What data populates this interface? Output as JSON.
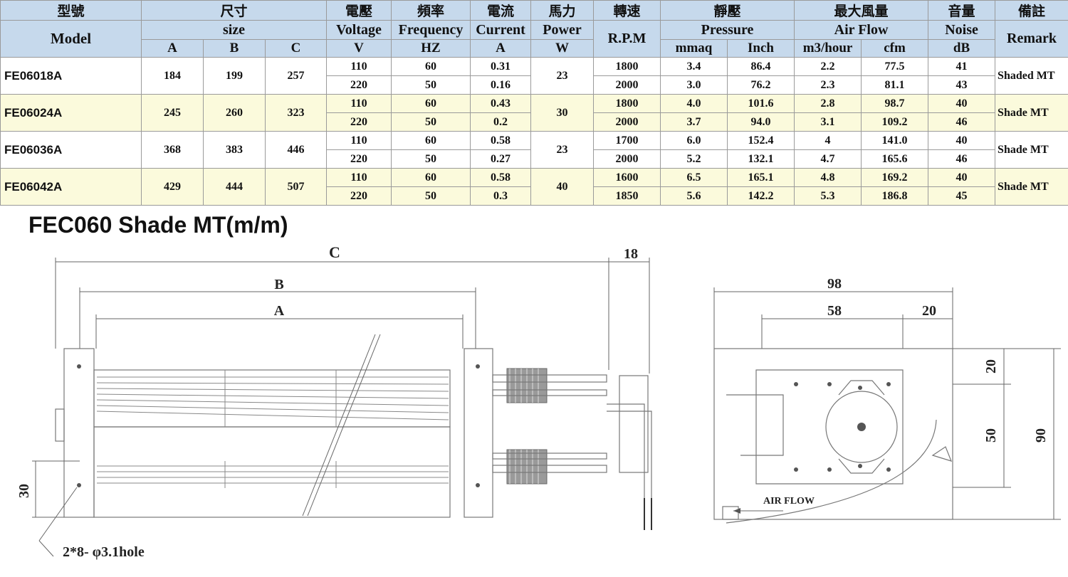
{
  "table": {
    "header_zh": {
      "model": "型號",
      "size": "尺寸",
      "voltage": "電壓",
      "frequency": "頻率",
      "current": "電流",
      "power": "馬力",
      "rpm": "轉速",
      "pressure": "靜壓",
      "airflow": "最大風量",
      "noise": "音量",
      "remark": "備註"
    },
    "header_en": {
      "model": "Model",
      "size": "size",
      "voltage": "Voltage",
      "frequency": "Frequency",
      "current": "Current",
      "power": "Power",
      "rpm": "R.P.M",
      "pressure": "Pressure",
      "airflow": "Air Flow",
      "noise": "Noise",
      "remark": "Remark"
    },
    "header_units": {
      "a": "A",
      "b": "B",
      "c": "C",
      "v": "V",
      "hz": "HZ",
      "amp": "A",
      "w": "W",
      "mmaq": "mmaq",
      "inch": "Inch",
      "m3h": "m3/hour",
      "cfm": "cfm",
      "db": "dB"
    },
    "models": [
      {
        "model": "FE06018A",
        "a": "184",
        "b": "199",
        "c": "257",
        "power": "23",
        "remark": "Shaded MT",
        "rows": [
          {
            "v": "110",
            "hz": "60",
            "amp": "0.31",
            "rpm": "1800",
            "mmaq": "3.4",
            "inch": "86.4",
            "m3h": "2.2",
            "cfm": "77.5",
            "db": "41"
          },
          {
            "v": "220",
            "hz": "50",
            "amp": "0.16",
            "rpm": "2000",
            "mmaq": "3.0",
            "inch": "76.2",
            "m3h": "2.3",
            "cfm": "81.1",
            "db": "43"
          }
        ]
      },
      {
        "model": "FE06024A",
        "a": "245",
        "b": "260",
        "c": "323",
        "power": "30",
        "remark": "Shade MT",
        "rows": [
          {
            "v": "110",
            "hz": "60",
            "amp": "0.43",
            "rpm": "1800",
            "mmaq": "4.0",
            "inch": "101.6",
            "m3h": "2.8",
            "cfm": "98.7",
            "db": "40"
          },
          {
            "v": "220",
            "hz": "50",
            "amp": "0.2",
            "rpm": "2000",
            "mmaq": "3.7",
            "inch": "94.0",
            "m3h": "3.1",
            "cfm": "109.2",
            "db": "46"
          }
        ]
      },
      {
        "model": "FE06036A",
        "a": "368",
        "b": "383",
        "c": "446",
        "power": "23",
        "remark": "Shade MT",
        "rows": [
          {
            "v": "110",
            "hz": "60",
            "amp": "0.58",
            "rpm": "1700",
            "mmaq": "6.0",
            "inch": "152.4",
            "m3h": "4",
            "cfm": "141.0",
            "db": "40"
          },
          {
            "v": "220",
            "hz": "50",
            "amp": "0.27",
            "rpm": "2000",
            "mmaq": "5.2",
            "inch": "132.1",
            "m3h": "4.7",
            "cfm": "165.6",
            "db": "46"
          }
        ]
      },
      {
        "model": "FE06042A",
        "a": "429",
        "b": "444",
        "c": "507",
        "power": "40",
        "remark": "Shade MT",
        "rows": [
          {
            "v": "110",
            "hz": "60",
            "amp": "0.58",
            "rpm": "1600",
            "mmaq": "6.5",
            "inch": "165.1",
            "m3h": "4.8",
            "cfm": "169.2",
            "db": "40"
          },
          {
            "v": "220",
            "hz": "50",
            "amp": "0.3",
            "rpm": "1850",
            "mmaq": "5.6",
            "inch": "142.2",
            "m3h": "5.3",
            "cfm": "186.8",
            "db": "45"
          }
        ]
      }
    ]
  },
  "drawing": {
    "title": "FEC060 Shade MT(m/m)",
    "dim_c": "C",
    "dim_18": "18",
    "dim_b": "B",
    "dim_a": "A",
    "dim_30": "30",
    "hole_note": "2*8- φ3.1hole",
    "dim_98": "98",
    "dim_58": "58",
    "dim_20_top": "20",
    "dim_20_side": "20",
    "dim_50": "50",
    "dim_90": "90",
    "air_flow": "AIR FLOW"
  }
}
